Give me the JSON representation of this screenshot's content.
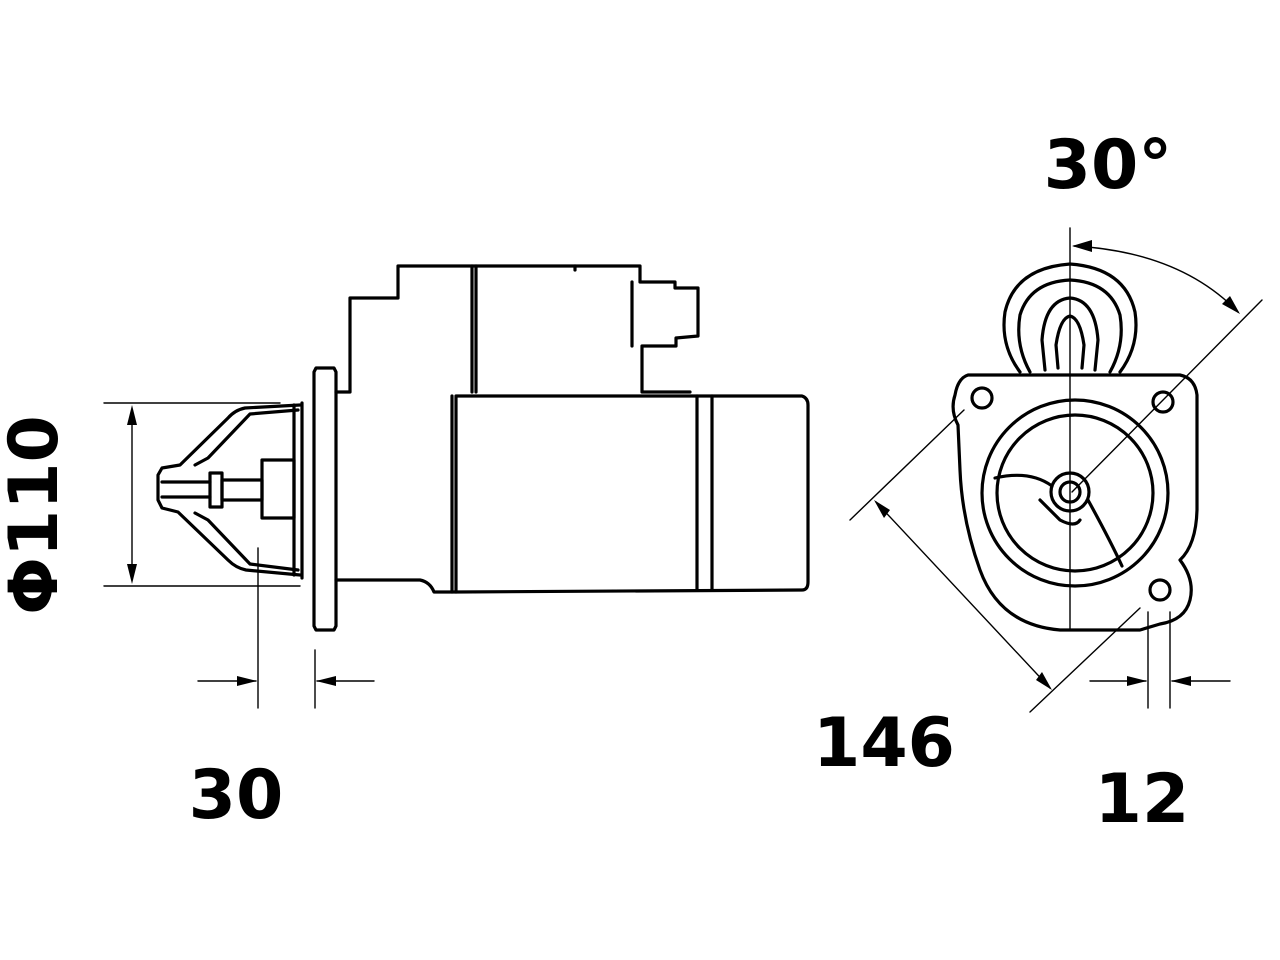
{
  "dimensions": {
    "diameter": "Φ110",
    "flange_offset": "30",
    "bolt_circle": "146",
    "hole_offset": "12",
    "angle": "30°"
  }
}
